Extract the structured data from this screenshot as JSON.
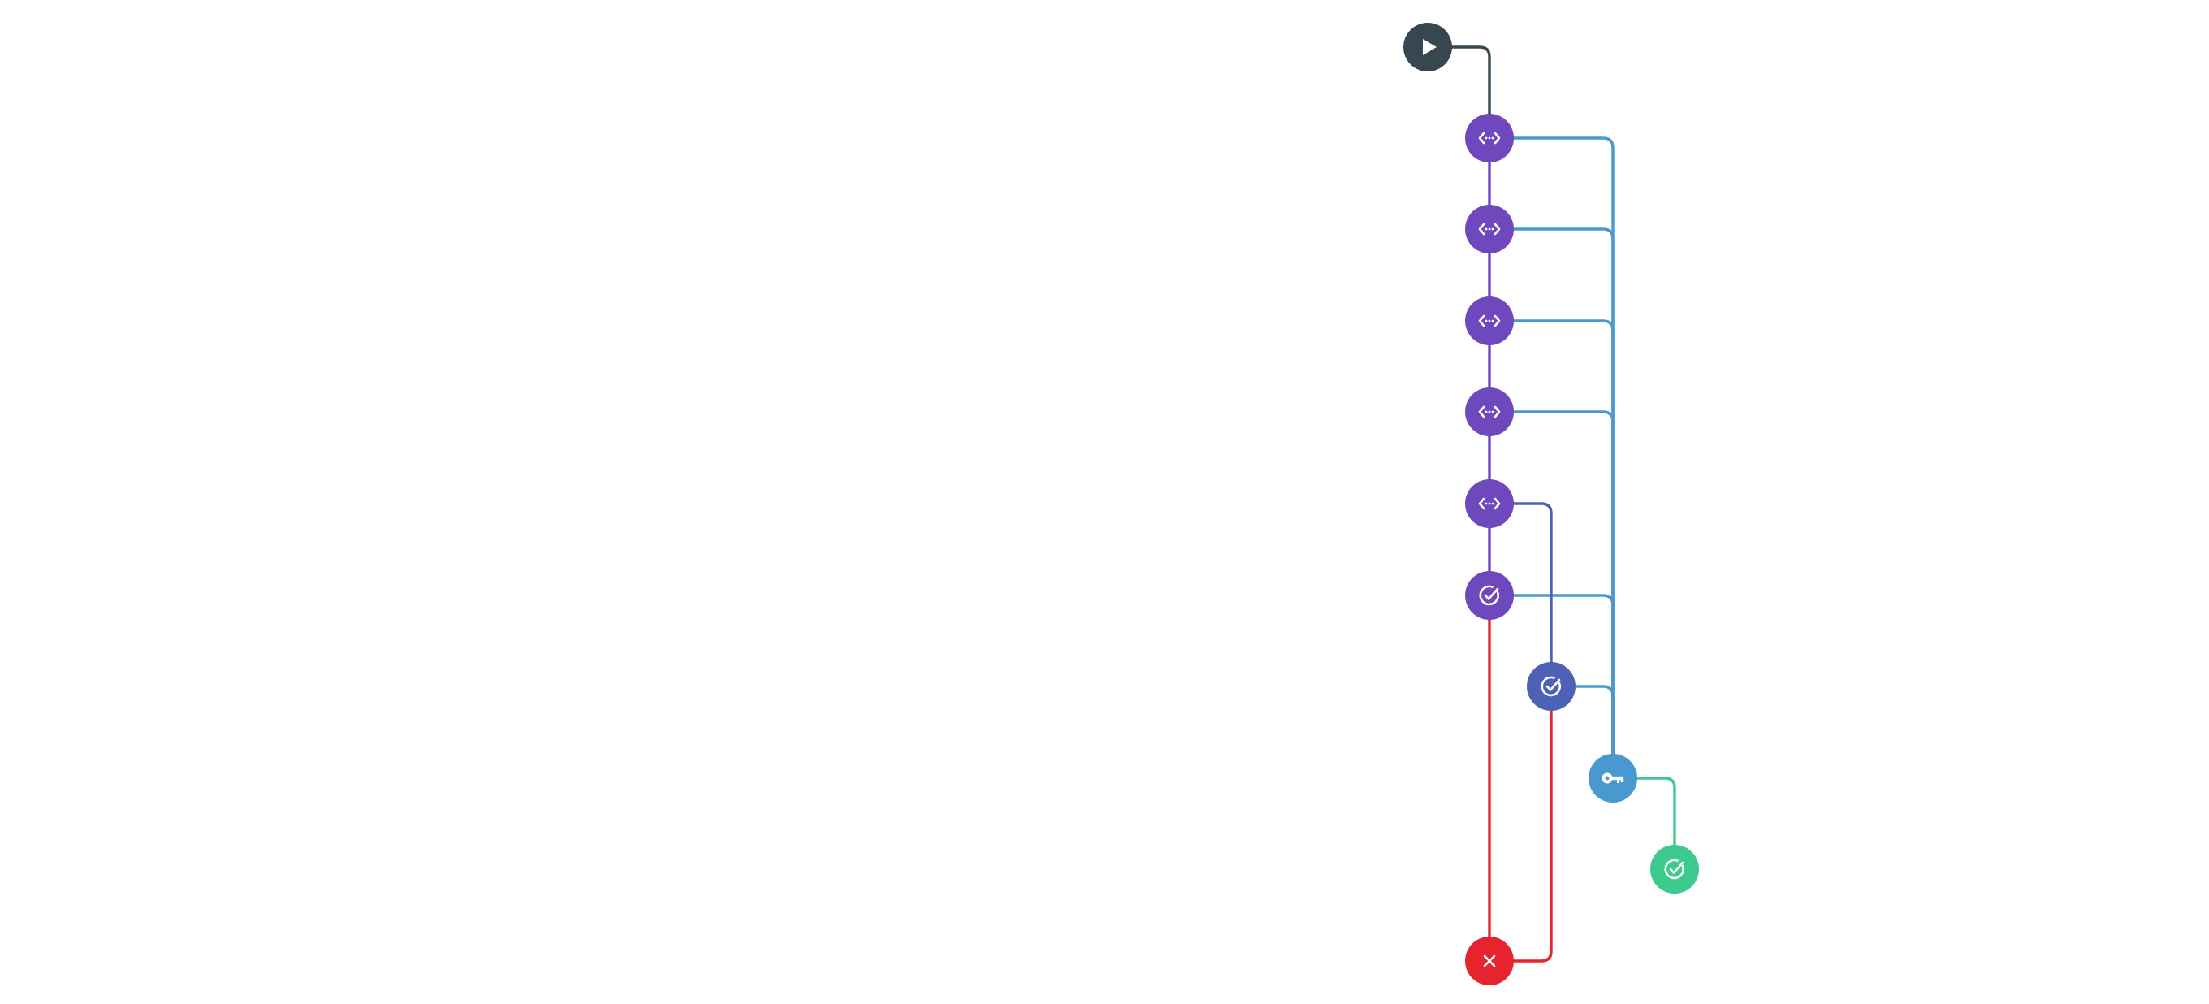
{
  "palette": {
    "start": "#37474f",
    "api": "#7048bd",
    "success_alt": "#4d62b6",
    "key": "#4a98d0",
    "done": "#3ccb8d",
    "fail": "#e5242d"
  },
  "nodes": [
    {
      "id": "start",
      "icon": "play-icon",
      "color": "start"
    },
    {
      "id": "api-1",
      "icon": "api-code-icon",
      "color": "api"
    },
    {
      "id": "api-2",
      "icon": "api-code-icon",
      "color": "api"
    },
    {
      "id": "api-3",
      "icon": "api-code-icon",
      "color": "api"
    },
    {
      "id": "api-4",
      "icon": "api-code-icon",
      "color": "api"
    },
    {
      "id": "api-5",
      "icon": "api-code-icon",
      "color": "api"
    },
    {
      "id": "check-1",
      "icon": "check-circle-icon",
      "color": "api"
    },
    {
      "id": "check-2",
      "icon": "check-circle-icon",
      "color": "success_alt"
    },
    {
      "id": "key",
      "icon": "key-icon",
      "color": "key"
    },
    {
      "id": "check-3",
      "icon": "check-circle-icon",
      "color": "done"
    },
    {
      "id": "fail",
      "icon": "close-icon",
      "color": "fail"
    }
  ],
  "edges": [
    {
      "from": "start",
      "to": "api-1",
      "color": "start"
    },
    {
      "from": "api-1",
      "to": "api-2",
      "color": "api"
    },
    {
      "from": "api-2",
      "to": "api-3",
      "color": "api"
    },
    {
      "from": "api-3",
      "to": "api-4",
      "color": "api"
    },
    {
      "from": "api-4",
      "to": "api-5",
      "color": "api"
    },
    {
      "from": "api-5",
      "to": "check-1",
      "color": "api"
    },
    {
      "from": "api-1",
      "to": "key",
      "color": "key"
    },
    {
      "from": "api-2",
      "to": "key",
      "color": "key"
    },
    {
      "from": "api-3",
      "to": "key",
      "color": "key"
    },
    {
      "from": "api-4",
      "to": "key",
      "color": "key"
    },
    {
      "from": "check-1",
      "to": "key",
      "color": "key"
    },
    {
      "from": "check-2",
      "to": "key",
      "color": "key"
    },
    {
      "from": "api-5",
      "to": "check-2",
      "color": "success_alt"
    },
    {
      "from": "check-1",
      "to": "fail",
      "color": "fail"
    },
    {
      "from": "check-2",
      "to": "fail",
      "color": "fail"
    },
    {
      "from": "key",
      "to": "check-3",
      "color": "done"
    }
  ]
}
